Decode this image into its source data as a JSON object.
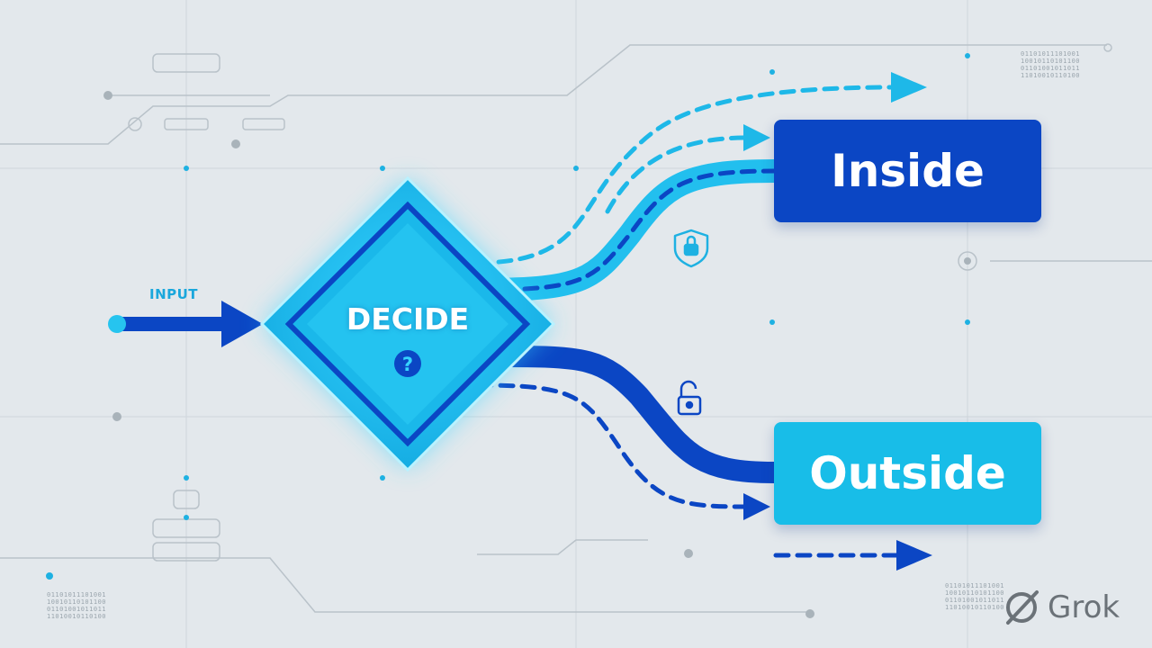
{
  "diagram": {
    "input_label": "INPUT",
    "decision_label": "DECIDE",
    "decision_icon": "question-mark-icon",
    "outcomes": [
      {
        "label": "Inside",
        "color": "#0b46c4",
        "lock_icon": "locked-shield-icon"
      },
      {
        "label": "Outside",
        "color": "#18bde8",
        "lock_icon": "unlocked-padlock-icon"
      }
    ]
  },
  "colors": {
    "background": "#e3e8ec",
    "accent_dark": "#0b46c4",
    "accent_light": "#18bde8",
    "glow": "#35d3ff"
  },
  "decor": {
    "binary_top_right": [
      "01101011101001",
      "10010110101100",
      "01101001011011",
      "11010010110100"
    ],
    "binary_bottom_left": [
      "01101011101001",
      "10010110101100",
      "01101001011011",
      "11010010110100"
    ],
    "binary_bottom_right": [
      "01101011101001",
      "10010110101100",
      "01101001011011",
      "11010010110100"
    ]
  },
  "watermark": {
    "text": "Grok",
    "icon": "grok-logo-icon"
  }
}
